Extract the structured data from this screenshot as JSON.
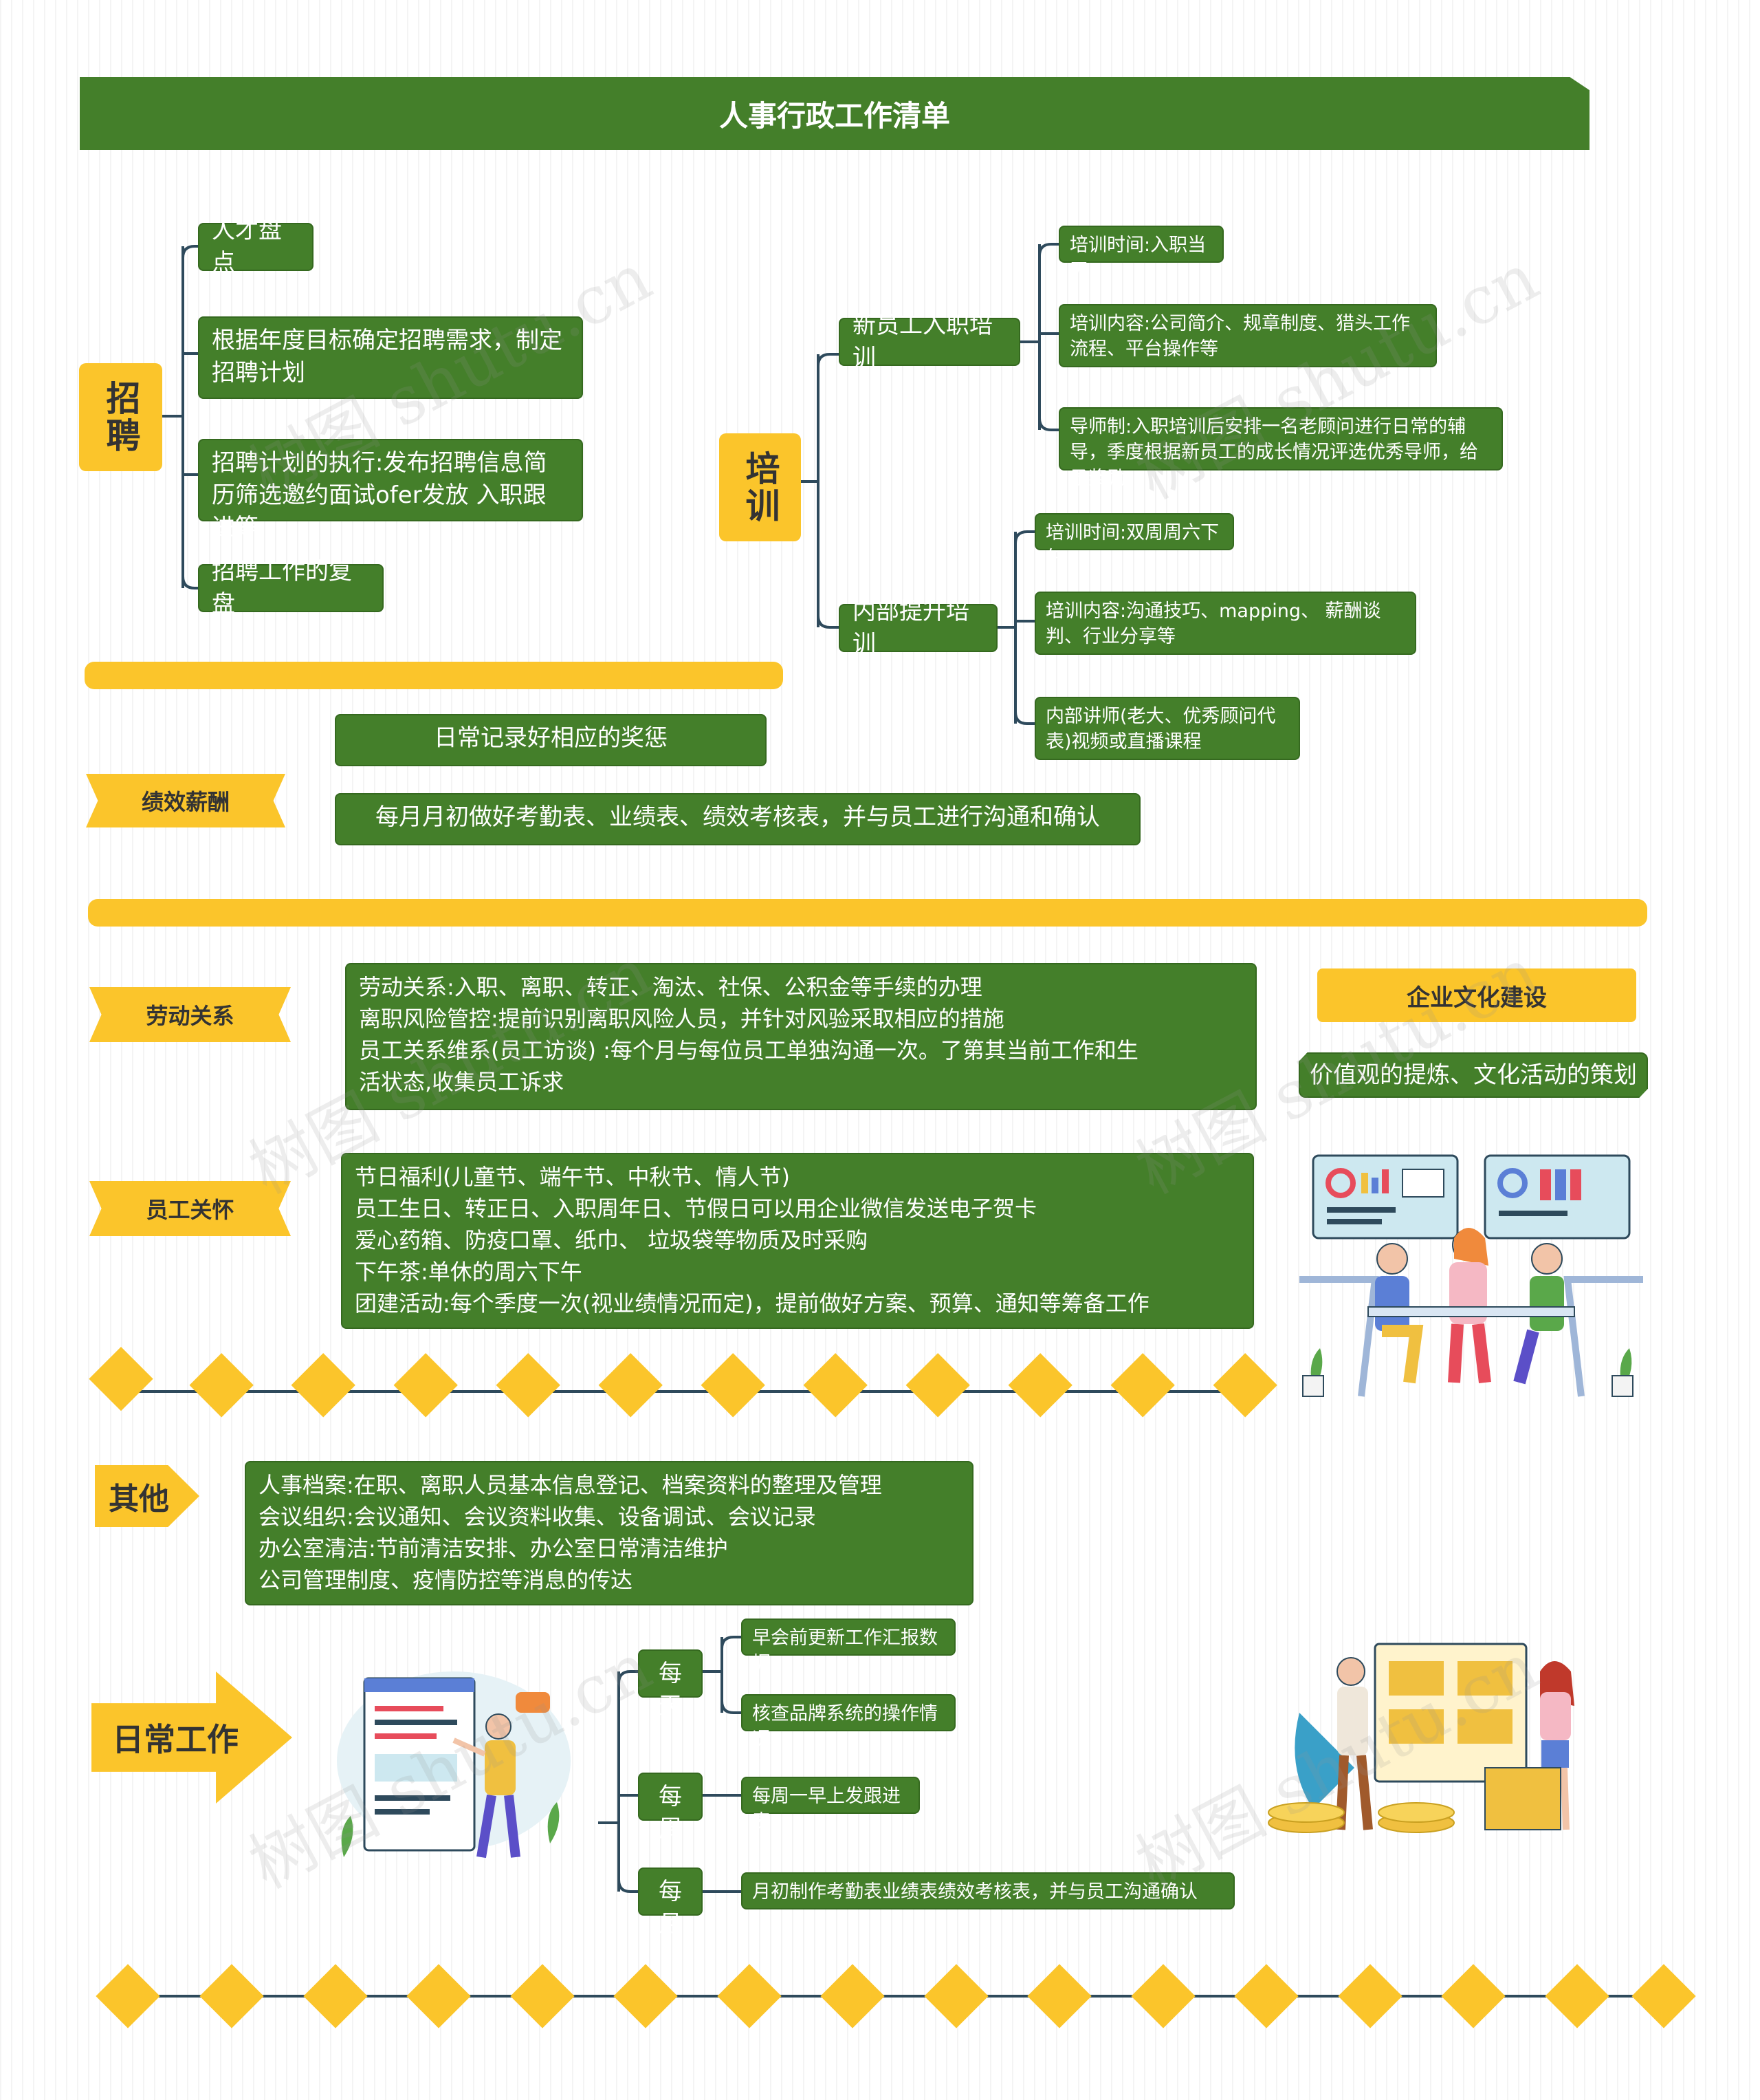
{
  "title": "人事行政工作清单",
  "recruit": {
    "label": "招聘",
    "items": [
      "人才盘点",
      "根据年度目标确定招聘需求，制定招聘计划",
      "招聘计划的执行:发布招聘信息简历筛选邀约面试ofer发放 入职跟进等",
      "招聘工作的复盘"
    ]
  },
  "training": {
    "label": "培训",
    "newhire": {
      "label": "新员工入职培训",
      "items": [
        "培训时间:入职当天",
        "培训内容:公司简介、规章制度、猎头工作流程、平台操作等",
        "导师制:入职培训后安排一名老顾问进行日常的辅导，季度根据新员工的成长情况评选优秀导师，给予奖励"
      ]
    },
    "internal": {
      "label": "内部提升培训",
      "items": [
        "培训时间:双周周六下午",
        "培训内容:沟通技巧、mapping、 薪酬谈判、行业分享等",
        "内部讲师(老大、优秀顾问代表)视频或直播课程"
      ]
    }
  },
  "performance": {
    "label": "绩效薪酬",
    "items": [
      "日常记录好相应的奖惩",
      "每月月初做好考勤表、业绩表、绩效考核表，并与员工进行沟通和确认"
    ]
  },
  "labor": {
    "label": "劳动关系",
    "lines": [
      "劳动关系:入职、离职、转正、淘汰、社保、公积金等手续的办理",
      "离职风险管控:提前识别离职风险人员，并针对风验采取相应的措施",
      "员工关系维系(员工访谈) :每个月与每位员工单独沟通一次。了第其当前工作和生",
      "活状态,收集员工诉求"
    ]
  },
  "care": {
    "label": "员工关怀",
    "lines": [
      "节日福利(儿童节、端午节、中秋节、情人节)",
      "员工生日、转正日、入职周年日、节假日可以用企业微信发送电子贺卡",
      "爱心药箱、防疫口罩、纸巾、 垃圾袋等物质及时采购",
      "下午茶:单休的周六下午",
      "团建活动:每个季度一次(视业绩情况而定)，提前做好方案、预算、通知等筹备工作"
    ]
  },
  "culture": {
    "label": "企业文化建设",
    "item": "价值观的提炼、文化活动的策划"
  },
  "other": {
    "label": "其他",
    "lines": [
      "人事档案:在职、离职人员基本信息登记、档案资料的整理及管理",
      "会议组织:会议通知、会议资料收集、设备调试、会议记录",
      "办公室清洁:节前清洁安排、办公室日常清洁维护",
      "公司管理制度、疫情防控等消息的传达"
    ]
  },
  "daily": {
    "label": "日常工作",
    "everyday": {
      "label": "每天",
      "items": [
        "早会前更新工作汇报数据",
        "核查品牌系统的操作情况"
      ]
    },
    "weekly": {
      "label": "每周",
      "item": "每周一早上发跟进表"
    },
    "monthly": {
      "label": "每月",
      "item": "月初制作考勤表业绩表绩效考核表，并与员工沟通确认"
    }
  },
  "watermark": "树图 shutu.cn",
  "colors": {
    "green": "#447f2a",
    "yellow": "#fbc52b",
    "line": "#2e4a5c"
  }
}
